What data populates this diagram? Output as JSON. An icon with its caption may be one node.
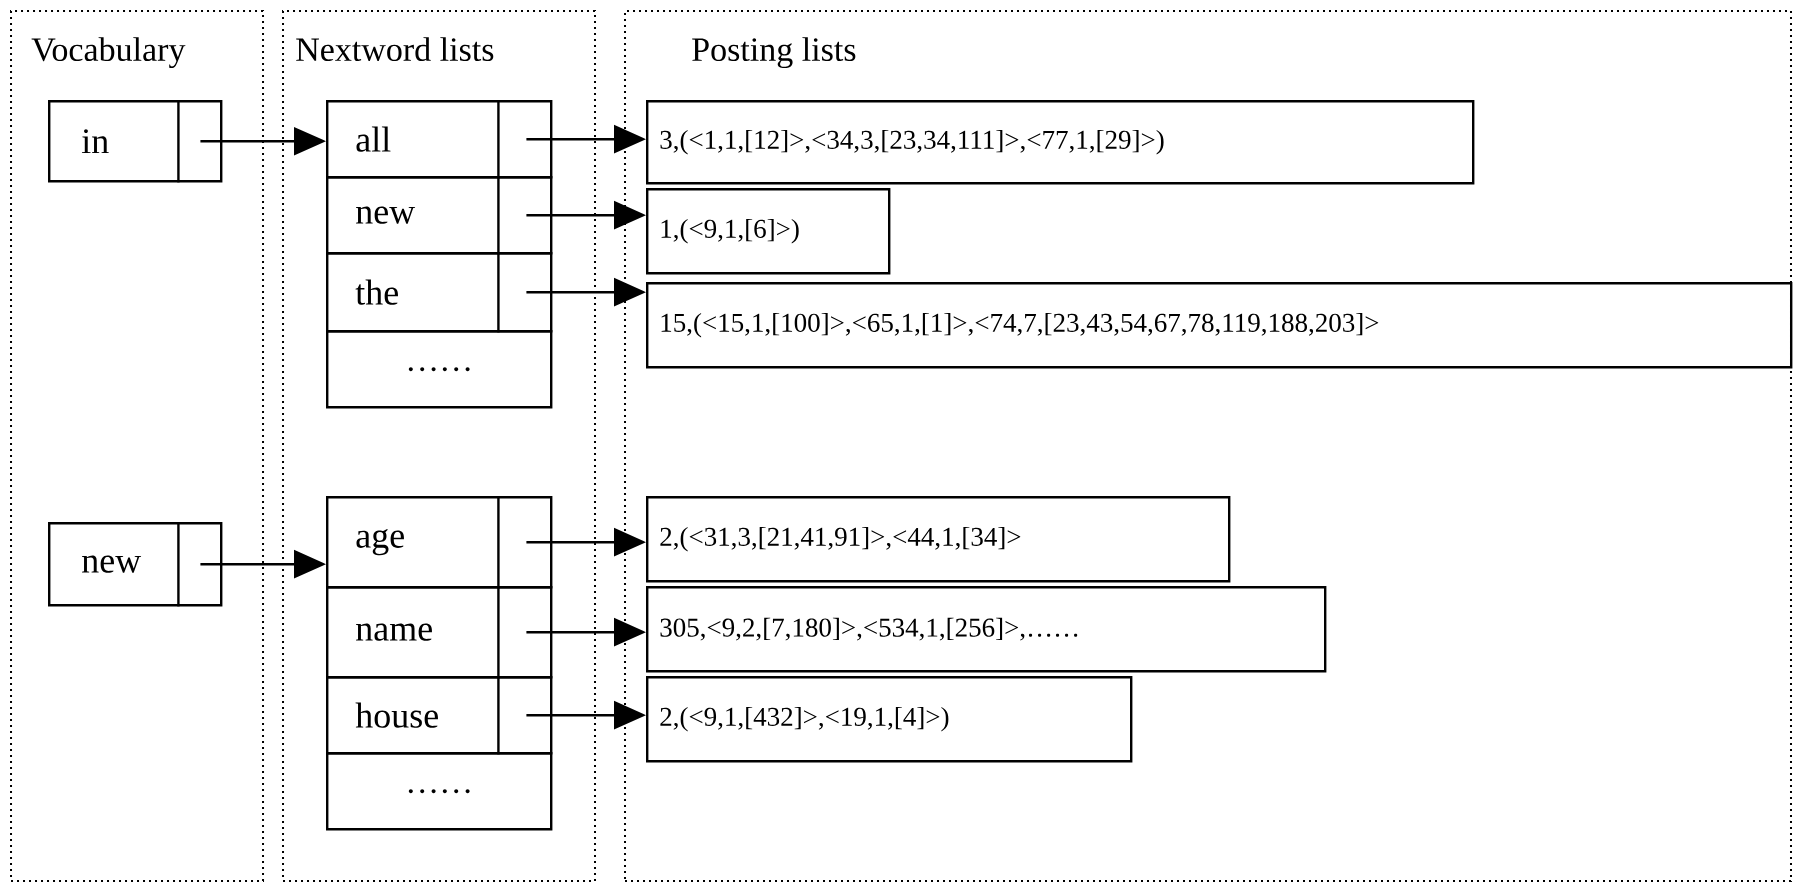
{
  "diagram": {
    "nodes": [
      {
        "text": [
          "Vocabulary"
        ]
      },
      {
        "text": [
          "Nextword lists"
        ]
      },
      {
        "text": [
          "Posting lists"
        ]
      },
      {
        "text": [
          "in"
        ],
        "in": 0
      },
      {
        "text": [
          "new"
        ],
        "in": 0
      },
      {
        "text": [
          "all"
        ],
        "in": 1
      },
      {
        "text": [
          "new"
        ],
        "in": 1
      },
      {
        "text": [
          "the"
        ],
        "in": 1
      },
      {
        "text": [
          "……"
        ],
        "in": 1
      },
      {
        "text": [
          "age"
        ],
        "in": 1
      },
      {
        "text": [
          "name"
        ],
        "in": 1
      },
      {
        "text": [
          "house"
        ],
        "in": 1
      },
      {
        "text": [
          "……"
        ],
        "in": 1
      },
      {
        "text": [
          "3,(<1,1,[12]>,<34,3,[23,34,111]>,<77,1,[29]>)"
        ],
        "in": 2
      },
      {
        "text": [
          "1,(<9,1,[6]>)"
        ],
        "in": 2
      },
      {
        "text": [
          "15,(<15,1,[100]>,<65,1,[1]>,<74,7,[23,43,54,67,78,119,188,203]>"
        ],
        "in": 2
      },
      {
        "text": [
          "2,(<31,3,[21,41,91]>,<44,1,[34]>"
        ],
        "in": 2
      },
      {
        "text": [
          "305,<9,2,[7,180]>,<534,1,[256]>,……"
        ],
        "in": 2
      },
      {
        "text": [
          "2,(<9,1,[432]>,<19,1,[4]>)"
        ],
        "in": 2
      }
    ],
    "edges": [
      {
        "from": 3,
        "to": 5,
        "arrow": "to"
      },
      {
        "from": 4,
        "to": 9,
        "arrow": "to"
      },
      {
        "from": 5,
        "to": 13,
        "arrow": "to"
      },
      {
        "from": 6,
        "to": 14,
        "arrow": "to"
      },
      {
        "from": 7,
        "to": 15,
        "arrow": "to"
      },
      {
        "from": 9,
        "to": 16,
        "arrow": "to"
      },
      {
        "from": 10,
        "to": 17,
        "arrow": "to"
      },
      {
        "from": 11,
        "to": 18,
        "arrow": "to"
      }
    ]
  }
}
